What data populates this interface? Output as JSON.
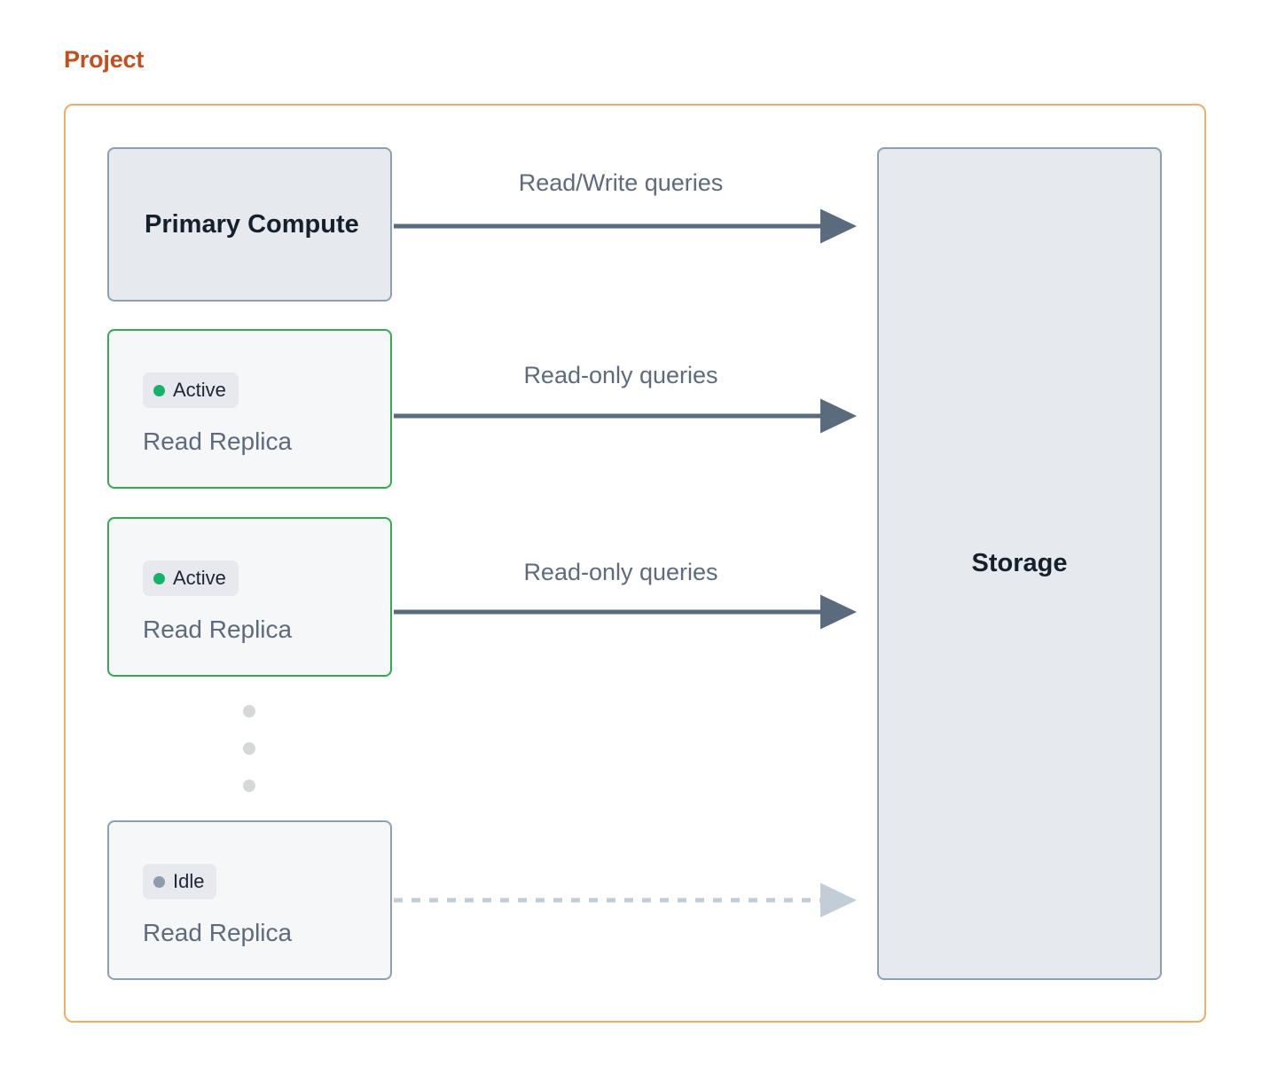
{
  "page": {
    "title": "Project",
    "title_color": "#c2501f",
    "container_border_color": "#f0ad6a"
  },
  "nodes": {
    "primary": {
      "label": "Primary Compute",
      "fill": "#e6eaee",
      "border": "#8ba0b3"
    },
    "storage": {
      "label": "Storage",
      "fill": "#e6eaee",
      "border": "#8ba0b3"
    },
    "replicas": [
      {
        "status": "Active",
        "label": "Read Replica",
        "border": "#34a853",
        "dot_color": "#17b26a",
        "fill": "#f6f7f9"
      },
      {
        "status": "Active",
        "label": "Read Replica",
        "border": "#34a853",
        "dot_color": "#17b26a",
        "fill": "#f6f7f9"
      },
      {
        "status": "Idle",
        "label": "Read Replica",
        "border": "#8ba0b3",
        "dot_color": "#8c9cac",
        "fill": "#f6f7f9"
      }
    ]
  },
  "edges": [
    {
      "from": "Primary Compute",
      "to": "Storage",
      "label": "Read/Write queries",
      "style": "solid",
      "color": "#5a6b7d"
    },
    {
      "from": "Read Replica (Active)",
      "to": "Storage",
      "label": "Read-only queries",
      "style": "solid",
      "color": "#5a6b7d"
    },
    {
      "from": "Read Replica (Active)",
      "to": "Storage",
      "label": "Read-only queries",
      "style": "solid",
      "color": "#5a6b7d"
    },
    {
      "from": "Read Replica (Idle)",
      "to": "Storage",
      "label": "",
      "style": "dashed",
      "color": "#c2cdd8"
    }
  ],
  "ellipsis": {
    "label": "more-replicas-ellipsis",
    "dot_count": 3,
    "color": "#d5d7d9"
  }
}
